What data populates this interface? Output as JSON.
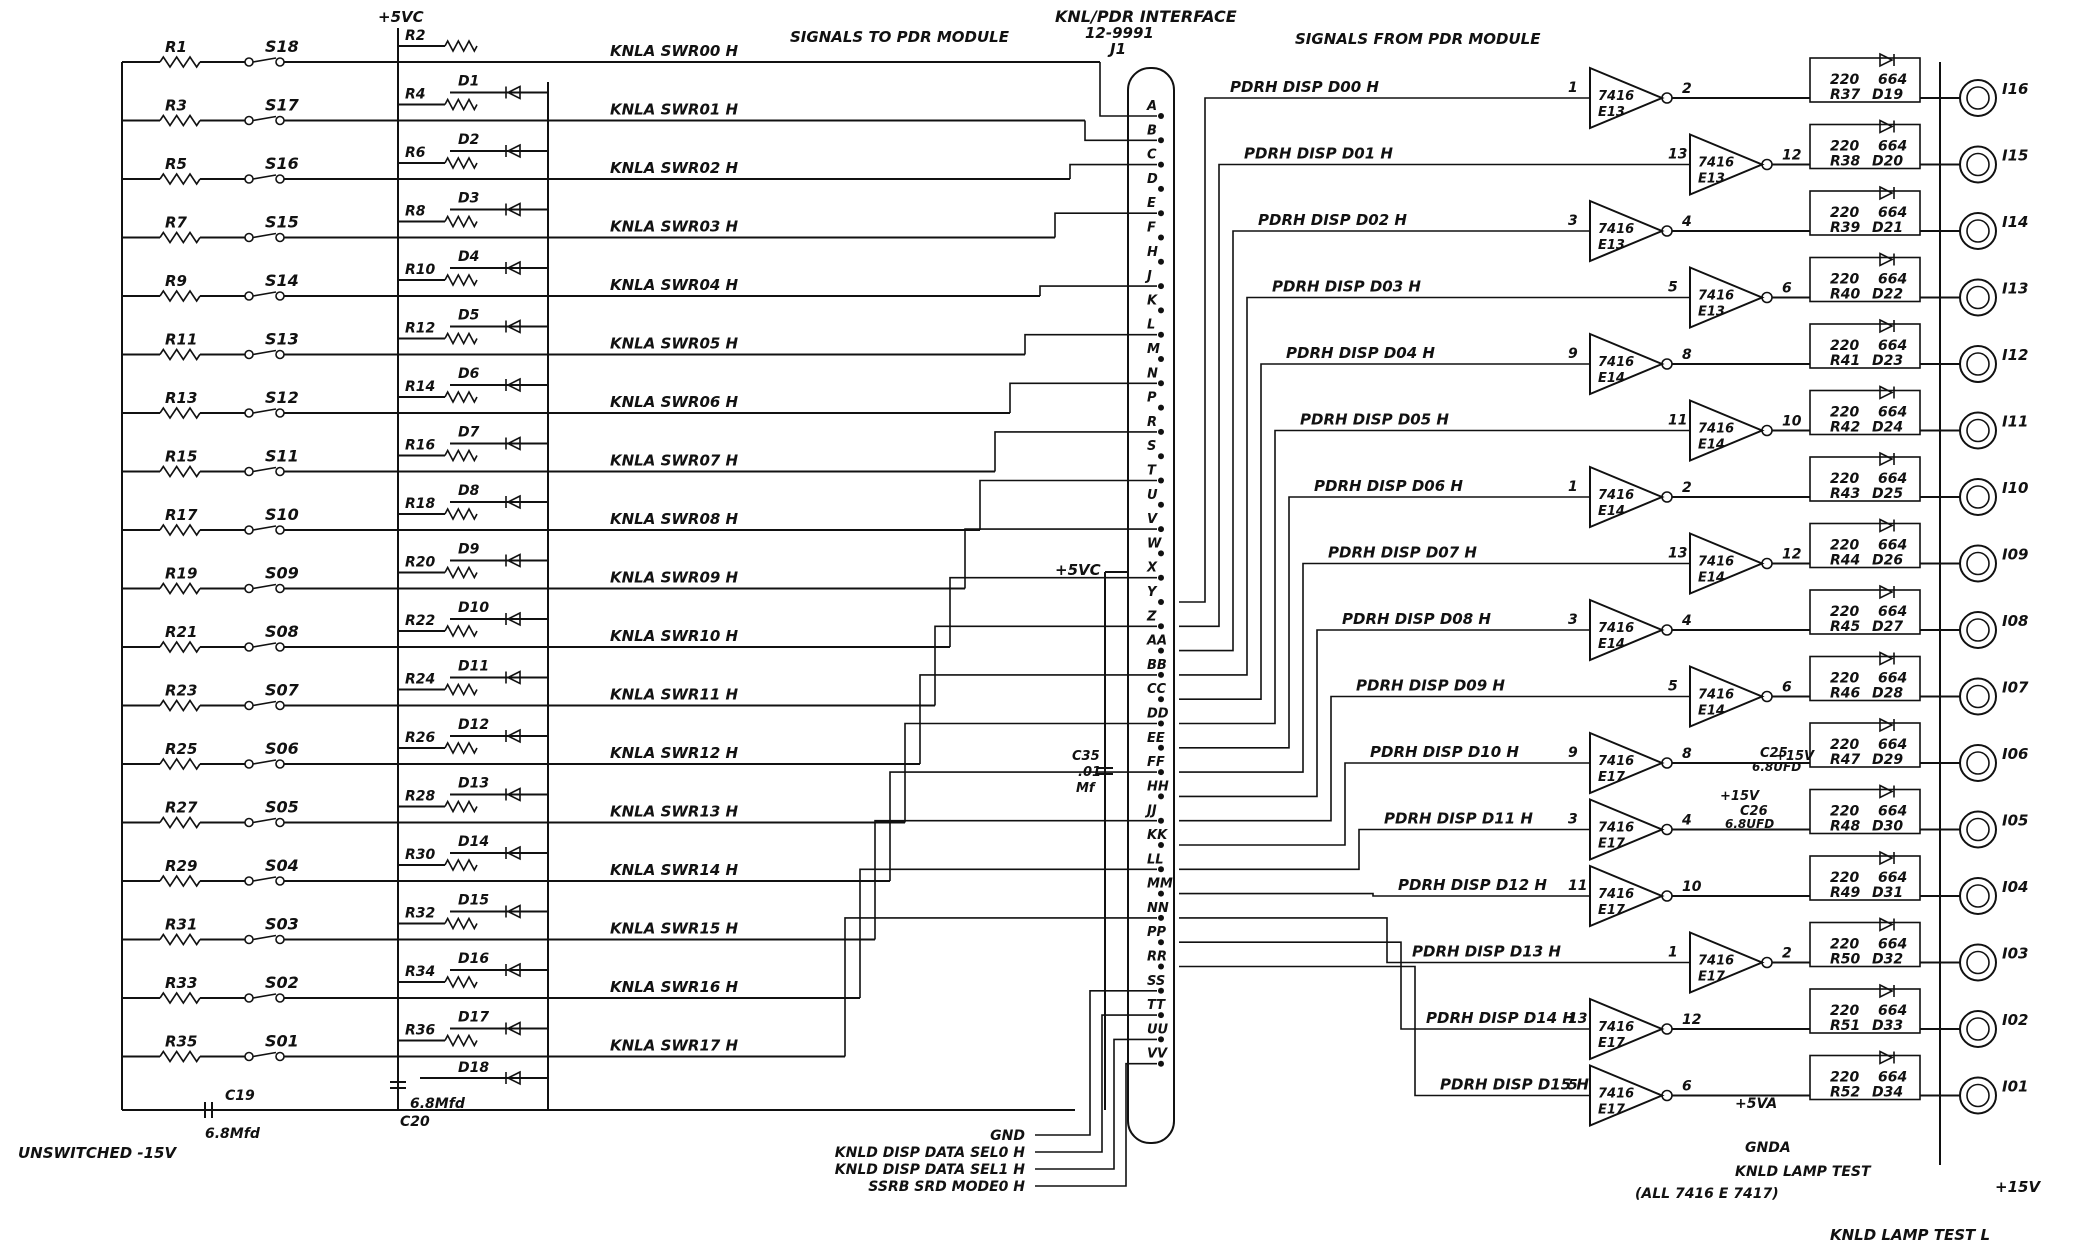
{
  "title": {
    "interface": "KNL/PDR INTERFACE",
    "part": "12-9991",
    "connector": "J1",
    "left_heading": "SIGNALS TO PDR MODULE",
    "right_heading": "SIGNALS FROM PDR MODULE"
  },
  "power": {
    "plus5": "+5VC",
    "plus5_conn": "+5VC",
    "unswitched": "UNSWITCHED -15V",
    "plus15": "+15V",
    "plus5a": "+5VA",
    "gnda": "GNDA"
  },
  "caps": {
    "c19": "C19",
    "c19_val": "6.8Mfd",
    "c20": "C20",
    "c20_val": "6.8Mfd",
    "c35": "C35",
    "c35_val1": ".01",
    "c35_val2": "Mf",
    "c25": "C25",
    "c25_val": "6.8UFD",
    "c26": "C26",
    "c26_val": "6.8UFD",
    "plus_a": "+15V",
    "plus_b": "+15V"
  },
  "switch_rows": [
    {
      "r": "R1",
      "s": "S18",
      "rd": "R2",
      "d": "",
      "sig": "KNLA SWR00 H",
      "pin": "A"
    },
    {
      "r": "R3",
      "s": "S17",
      "rd": "R4",
      "d": "D1",
      "sig": "KNLA SWR01 H",
      "pin": "B"
    },
    {
      "r": "R5",
      "s": "S16",
      "rd": "R6",
      "d": "D2",
      "sig": "KNLA SWR02 H",
      "pin": "C"
    },
    {
      "r": "R7",
      "s": "S15",
      "rd": "R8",
      "d": "D3",
      "sig": "KNLA SWR03 H",
      "pin": "E"
    },
    {
      "r": "R9",
      "s": "S14",
      "rd": "R10",
      "d": "D4",
      "sig": "KNLA SWR04 H",
      "pin": "J"
    },
    {
      "r": "R11",
      "s": "S13",
      "rd": "R12",
      "d": "D5",
      "sig": "KNLA SWR05 H",
      "pin": "L"
    },
    {
      "r": "R13",
      "s": "S12",
      "rd": "R14",
      "d": "D6",
      "sig": "KNLA SWR06 H",
      "pin": "N"
    },
    {
      "r": "R15",
      "s": "S11",
      "rd": "R16",
      "d": "D7",
      "sig": "KNLA SWR07 H",
      "pin": "R"
    },
    {
      "r": "R17",
      "s": "S10",
      "rd": "R18",
      "d": "D8",
      "sig": "KNLA SWR08 H",
      "pin": "T"
    },
    {
      "r": "R19",
      "s": "S09",
      "rd": "R20",
      "d": "D9",
      "sig": "KNLA SWR09 H",
      "pin": "V"
    },
    {
      "r": "R21",
      "s": "S08",
      "rd": "R22",
      "d": "D10",
      "sig": "KNLA SWR10 H",
      "pin": "X"
    },
    {
      "r": "R23",
      "s": "S07",
      "rd": "R24",
      "d": "D11",
      "sig": "KNLA SWR11 H",
      "pin": "Z"
    },
    {
      "r": "R25",
      "s": "S06",
      "rd": "R26",
      "d": "D12",
      "sig": "KNLA SWR12 H",
      "pin": "BB"
    },
    {
      "r": "R27",
      "s": "S05",
      "rd": "R28",
      "d": "D13",
      "sig": "KNLA SWR13 H",
      "pin": "DD"
    },
    {
      "r": "R29",
      "s": "S04",
      "rd": "R30",
      "d": "D14",
      "sig": "KNLA SWR14 H",
      "pin": "FF"
    },
    {
      "r": "R31",
      "s": "S03",
      "rd": "R32",
      "d": "D15",
      "sig": "KNLA SWR15 H",
      "pin": "JJ"
    },
    {
      "r": "R33",
      "s": "S02",
      "rd": "R34",
      "d": "D16",
      "sig": "KNLA SWR16 H",
      "pin": "LL"
    },
    {
      "r": "R35",
      "s": "S01",
      "rd": "R36",
      "d": "D17",
      "sig": "KNLA SWR17 H",
      "pin": "NN"
    }
  ],
  "d18": "D18",
  "connector_pins": [
    "A",
    "B",
    "C",
    "D",
    "E",
    "F",
    "H",
    "J",
    "K",
    "L",
    "M",
    "N",
    "P",
    "R",
    "S",
    "T",
    "U",
    "V",
    "W",
    "X",
    "Y",
    "Z",
    "AA",
    "BB",
    "CC",
    "DD",
    "EE",
    "FF",
    "HH",
    "JJ",
    "KK",
    "LL",
    "MM",
    "NN",
    "PP",
    "RR",
    "SS",
    "TT",
    "UU",
    "VV"
  ],
  "control_signals": [
    "GND",
    "KNLD DISP DATA SEL0 H",
    "KNLD DISP DATA SEL1 H",
    "SSRB SRD MODE0 H"
  ],
  "display_rows": [
    {
      "sig": "PDRH DISP D00 H",
      "in": "1",
      "chip": "7416",
      "ref": "E13",
      "out": "2",
      "res": "R37",
      "diode": "D19",
      "lamp": "I16"
    },
    {
      "sig": "PDRH DISP D01 H",
      "in": "13",
      "chip": "7416",
      "ref": "E13",
      "out": "12",
      "res": "R38",
      "diode": "D20",
      "lamp": "I15"
    },
    {
      "sig": "PDRH DISP D02 H",
      "in": "3",
      "chip": "7416",
      "ref": "E13",
      "out": "4",
      "res": "R39",
      "diode": "D21",
      "lamp": "I14"
    },
    {
      "sig": "PDRH DISP D03 H",
      "in": "5",
      "chip": "7416",
      "ref": "E13",
      "out": "6",
      "res": "R40",
      "diode": "D22",
      "lamp": "I13"
    },
    {
      "sig": "PDRH DISP D04 H",
      "in": "9",
      "chip": "7416",
      "ref": "E14",
      "out": "8",
      "res": "R41",
      "diode": "D23",
      "lamp": "I12"
    },
    {
      "sig": "PDRH DISP D05 H",
      "in": "11",
      "chip": "7416",
      "ref": "E14",
      "out": "10",
      "res": "R42",
      "diode": "D24",
      "lamp": "I11"
    },
    {
      "sig": "PDRH DISP D06 H",
      "in": "1",
      "chip": "7416",
      "ref": "E14",
      "out": "2",
      "res": "R43",
      "diode": "D25",
      "lamp": "I10"
    },
    {
      "sig": "PDRH DISP D07 H",
      "in": "13",
      "chip": "7416",
      "ref": "E14",
      "out": "12",
      "res": "R44",
      "diode": "D26",
      "lamp": "I09"
    },
    {
      "sig": "PDRH DISP D08 H",
      "in": "3",
      "chip": "7416",
      "ref": "E14",
      "out": "4",
      "res": "R45",
      "diode": "D27",
      "lamp": "I08"
    },
    {
      "sig": "PDRH DISP D09 H",
      "in": "5",
      "chip": "7416",
      "ref": "E14",
      "out": "6",
      "res": "R46",
      "diode": "D28",
      "lamp": "I07"
    },
    {
      "sig": "PDRH DISP D10 H",
      "in": "9",
      "chip": "7416",
      "ref": "E17",
      "out": "8",
      "res": "R47",
      "diode": "D29",
      "lamp": "I06"
    },
    {
      "sig": "PDRH DISP D11 H",
      "in": "3",
      "chip": "7416",
      "ref": "E17",
      "out": "4",
      "res": "R48",
      "diode": "D30",
      "lamp": "I05"
    },
    {
      "sig": "PDRH DISP D12 H",
      "in": "11",
      "chip": "7416",
      "ref": "E17",
      "out": "10",
      "res": "R49",
      "diode": "D31",
      "lamp": "I04"
    },
    {
      "sig": "PDRH DISP D13 H",
      "in": "1",
      "chip": "7416",
      "ref": "E17",
      "out": "2",
      "res": "R50",
      "diode": "D32",
      "lamp": "I03"
    },
    {
      "sig": "PDRH DISP D14 H",
      "in": "13",
      "chip": "7416",
      "ref": "E17",
      "out": "12",
      "res": "R51",
      "diode": "D33",
      "lamp": "I02"
    },
    {
      "sig": "PDRH DISP D15 H",
      "in": "5",
      "chip": "7416",
      "ref": "E17",
      "out": "6",
      "res": "R52",
      "diode": "D34",
      "lamp": "I01"
    }
  ],
  "res_value": "220",
  "diode_type": "664",
  "lamp_test": {
    "signal": "KNLD LAMP TEST",
    "note": "(ALL 7416 E 7417)",
    "bottom": "KNLD LAMP TEST L",
    "rail": "+15V"
  }
}
